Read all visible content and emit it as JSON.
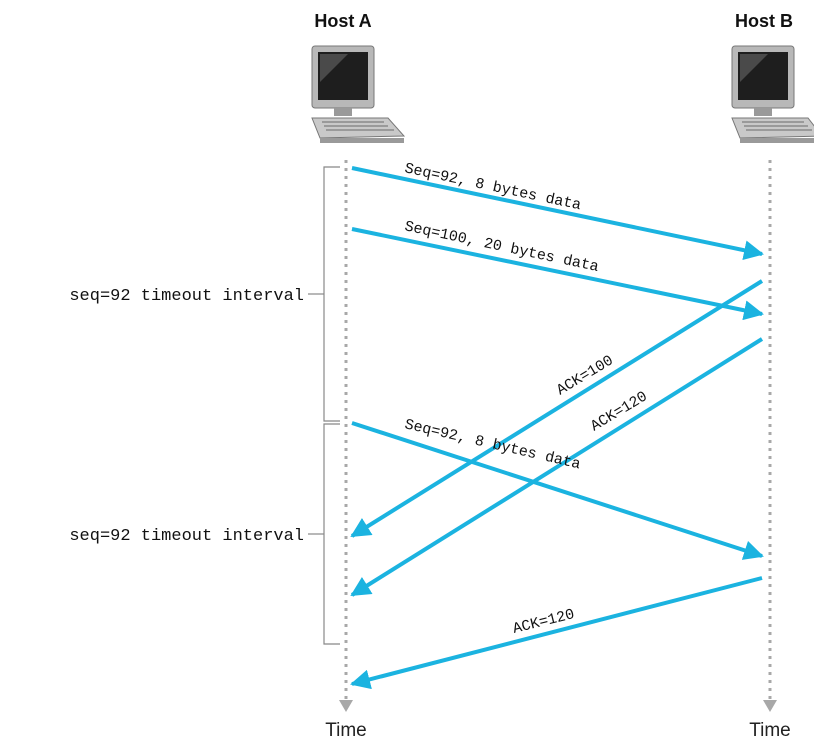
{
  "hosts": {
    "a": {
      "label": "Host A",
      "time_label": "Time"
    },
    "b": {
      "label": "Host B",
      "time_label": "Time"
    }
  },
  "timeouts": [
    {
      "label": "seq=92 timeout interval"
    },
    {
      "label": "seq=92 timeout interval"
    }
  ],
  "messages": [
    {
      "label": "Seq=92, 8 bytes data",
      "direction": "A->B"
    },
    {
      "label": "Seq=100, 20 bytes data",
      "direction": "A->B"
    },
    {
      "label": "ACK=100",
      "direction": "B->A"
    },
    {
      "label": "ACK=120",
      "direction": "B->A"
    },
    {
      "label": "Seq=92, 8 bytes data",
      "direction": "A->B"
    },
    {
      "label": "ACK=120",
      "direction": "B->A"
    }
  ],
  "colors": {
    "arrow": "#1BB3E0",
    "timeline": "#A8A8A8",
    "bracket": "#888888"
  },
  "icons": [
    "computer-icon",
    "computer-icon"
  ]
}
